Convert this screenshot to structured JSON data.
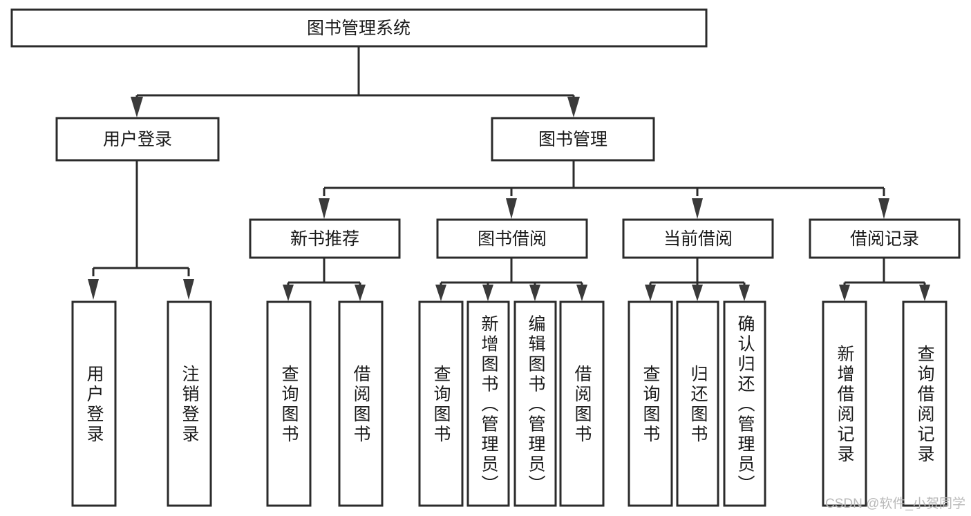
{
  "diagram": {
    "type": "tree-hierarchy-chart",
    "title": "图书管理系统",
    "root": {
      "id": "root",
      "label": "图书管理系统"
    },
    "level2": [
      {
        "id": "user-login",
        "label": "用户登录"
      },
      {
        "id": "book-management",
        "label": "图书管理"
      }
    ],
    "level3": [
      {
        "id": "new-book-recommend",
        "label": "新书推荐",
        "parent": "book-management"
      },
      {
        "id": "book-borrow",
        "label": "图书借阅",
        "parent": "book-management"
      },
      {
        "id": "current-borrow",
        "label": "当前借阅",
        "parent": "book-management"
      },
      {
        "id": "borrow-record",
        "label": "借阅记录",
        "parent": "book-management"
      }
    ],
    "leaves": [
      {
        "id": "leaf-user-login",
        "label": "用户登录",
        "parent": "user-login"
      },
      {
        "id": "leaf-logout-login",
        "label": "注销登录",
        "parent": "user-login"
      },
      {
        "id": "leaf-query-book-1",
        "label": "查询图书",
        "parent": "new-book-recommend"
      },
      {
        "id": "leaf-borrow-book-1",
        "label": "借阅图书",
        "parent": "new-book-recommend"
      },
      {
        "id": "leaf-query-book-2",
        "label": "查询图书",
        "parent": "book-borrow"
      },
      {
        "id": "leaf-add-book",
        "label": "新增图书（管理员）",
        "parent": "book-borrow"
      },
      {
        "id": "leaf-edit-book",
        "label": "编辑图书（管理员）",
        "parent": "book-borrow"
      },
      {
        "id": "leaf-borrow-book-2",
        "label": "借阅图书",
        "parent": "book-borrow"
      },
      {
        "id": "leaf-query-book-3",
        "label": "查询图书",
        "parent": "current-borrow"
      },
      {
        "id": "leaf-return-book",
        "label": "归还图书",
        "parent": "current-borrow"
      },
      {
        "id": "leaf-confirm-return",
        "label": "确认归还（管理员）",
        "parent": "current-borrow"
      },
      {
        "id": "leaf-add-record",
        "label": "新增借阅记录",
        "parent": "borrow-record"
      },
      {
        "id": "leaf-query-record",
        "label": "查询借阅记录",
        "parent": "borrow-record"
      }
    ],
    "colors": {
      "box_stroke": "#2b2b2b",
      "box_fill": "#ffffff",
      "connector": "#2b2b2b",
      "text": "#1a1a1a",
      "background": "#ffffff",
      "watermark": "#b9b9b9"
    }
  },
  "watermark": {
    "text": "CSDN @软件_小贺同学"
  }
}
